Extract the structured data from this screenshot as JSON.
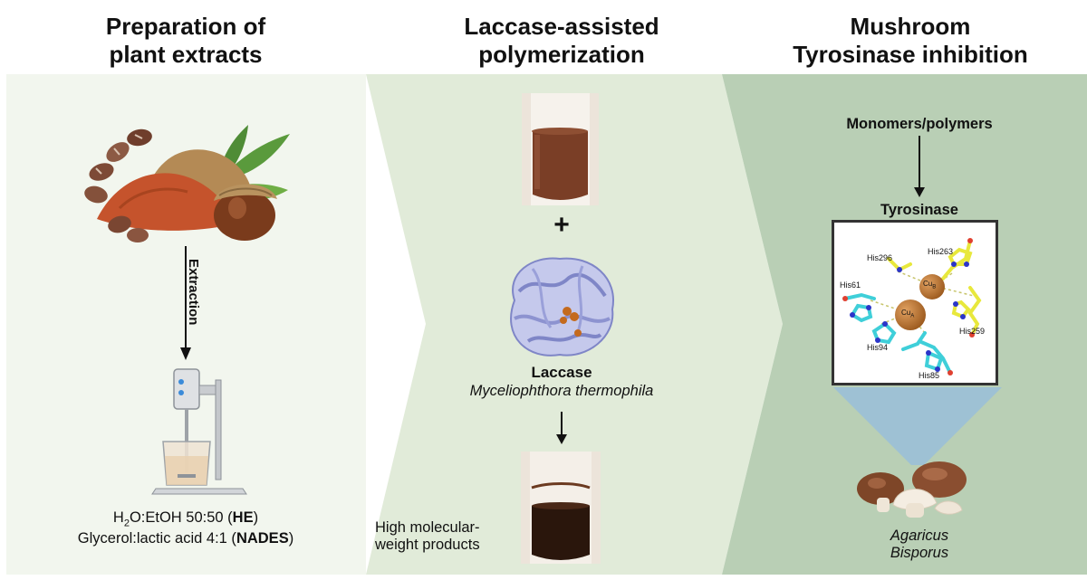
{
  "panels": [
    {
      "title_line1": "Preparation of",
      "title_line2": "plant extracts",
      "extraction_label": "Extraction",
      "solvent_line1_prefix": "H",
      "solvent_line1_sub": "2",
      "solvent_line1_mid": "O:EtOH 50:50 (",
      "solvent_line1_bold": "HE",
      "solvent_line1_suffix": ")",
      "solvent_line2_prefix": "Glycerol:lactic acid 4:1 (",
      "solvent_line2_bold": "NADES",
      "solvent_line2_suffix": ")"
    },
    {
      "title_line1": "Laccase-assisted",
      "title_line2": "polymerization",
      "plus_sign": "+",
      "enzyme_name": "Laccase",
      "enzyme_source": "Myceliophthora thermophila",
      "product_line1": "High molecular-",
      "product_line2": "weight products"
    },
    {
      "title_line1": "Mushroom",
      "title_line2": "Tyrosinase inhibition",
      "substrate_label": "Monomers/polymers",
      "enzyme_label": "Tyrosinase",
      "residues": [
        "His296",
        "His263",
        "His61",
        "His259",
        "His94",
        "His85"
      ],
      "cu_b_main": "Cu",
      "cu_b_sub": "B",
      "cu_a_main": "Cu",
      "cu_a_sub": "A",
      "species_line1": "Agaricus",
      "species_line2": "Bisporus"
    }
  ],
  "colors": {
    "panel1_bg": "#f2f6ee",
    "panel2_bg": "#e1ebd9",
    "panel3_bg": "#b9cfb5",
    "copper": "#b8732b",
    "his_cyan": "#3fcfd9",
    "his_yellow": "#e8e83c",
    "nitrogen_blue": "#2b35c9",
    "laccase_purple": "#9aa0d9",
    "brown_liquid": "#7a3e26",
    "dark_liquid": "#2a160c"
  },
  "icons": [
    "plant-material-icon",
    "overhead-stirrer-icon",
    "vial-icon",
    "laccase-structure-icon",
    "active-site-icon",
    "mushroom-icon"
  ]
}
